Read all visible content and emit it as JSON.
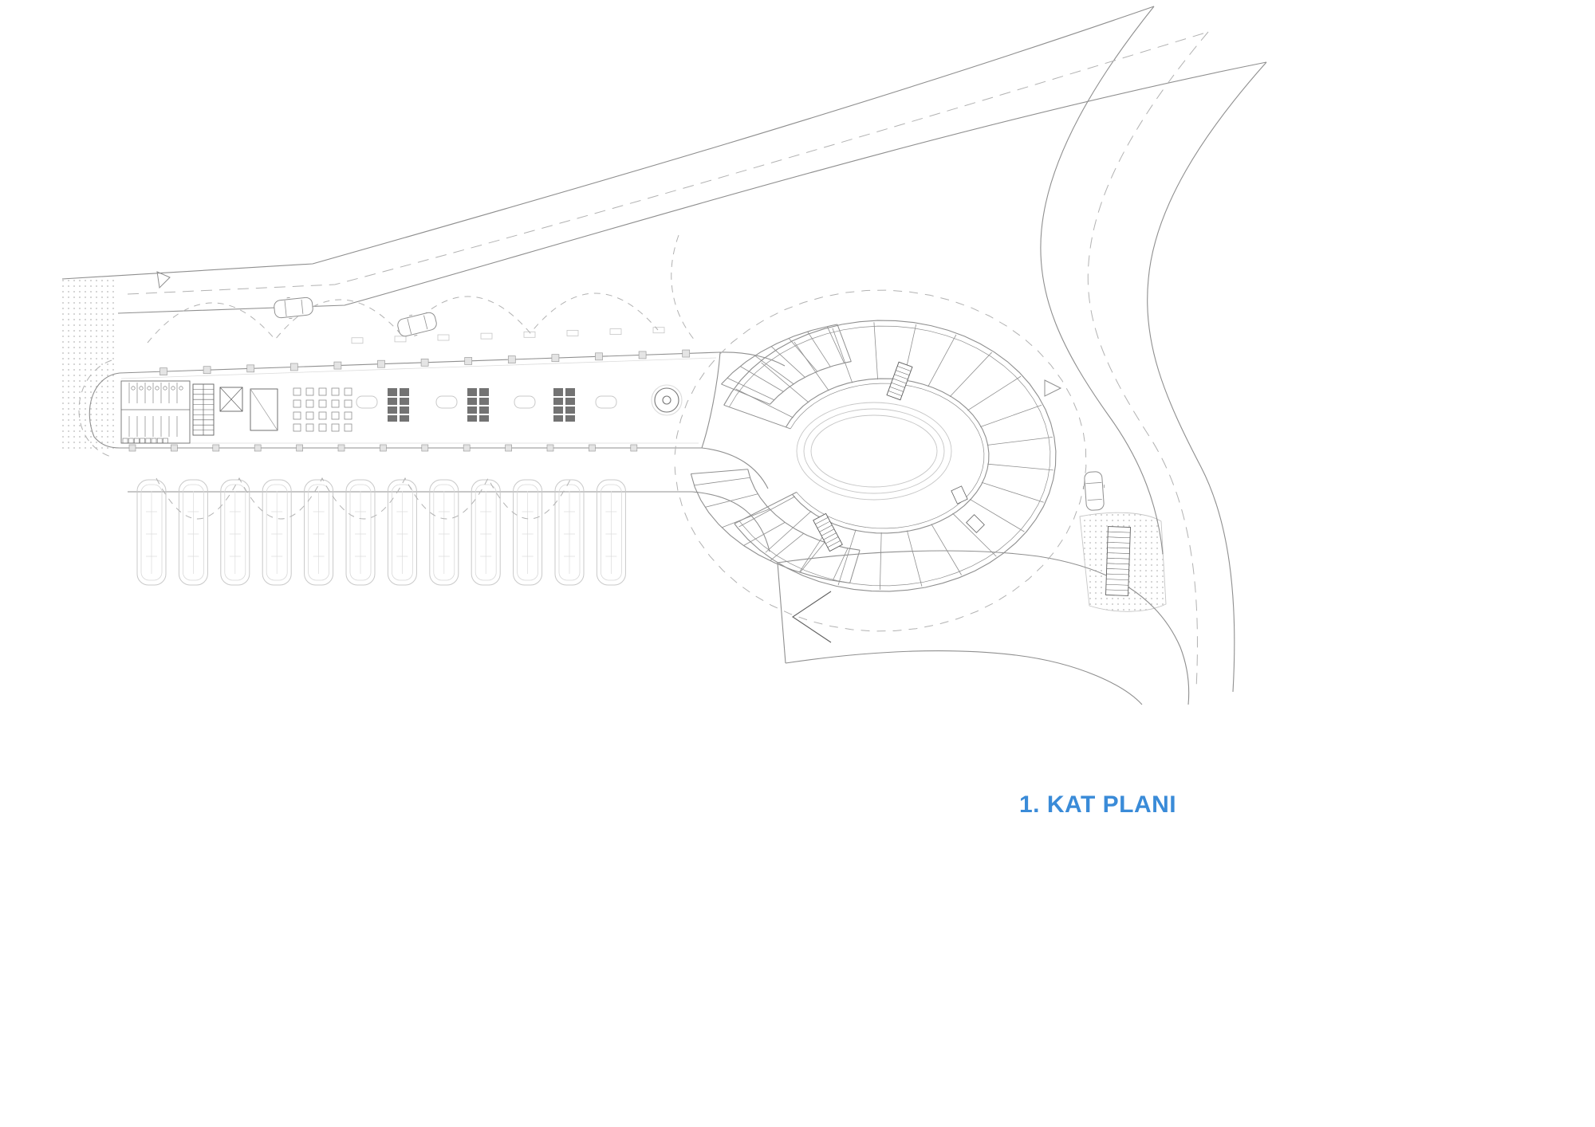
{
  "title": {
    "label": "1. KAT PLANI"
  },
  "colors": {
    "background": "#ffffff",
    "title": "#3a8bd8",
    "line": "#8f8f8f",
    "line_light": "#c6c6c6",
    "line_faint": "#dcdcdc",
    "line_dark": "#606060",
    "dashed": "#b2b2b2",
    "column_fill": "#e4e4e4",
    "column_stroke": "#9e9e9e",
    "seating_fill": "#737373",
    "hatch_dot": "#c9c9c9"
  },
  "plan": {
    "kind": "bus-terminal-floor-plan",
    "bus_bays": 12,
    "seating_clusters": 3,
    "cafe_tables": {
      "rows": 4,
      "cols": 5
    },
    "ring_spokes": 22,
    "upper_wing_spokes": 7,
    "lower_wing_spokes": 7,
    "courtyard_rings": 3,
    "cars": 3
  }
}
